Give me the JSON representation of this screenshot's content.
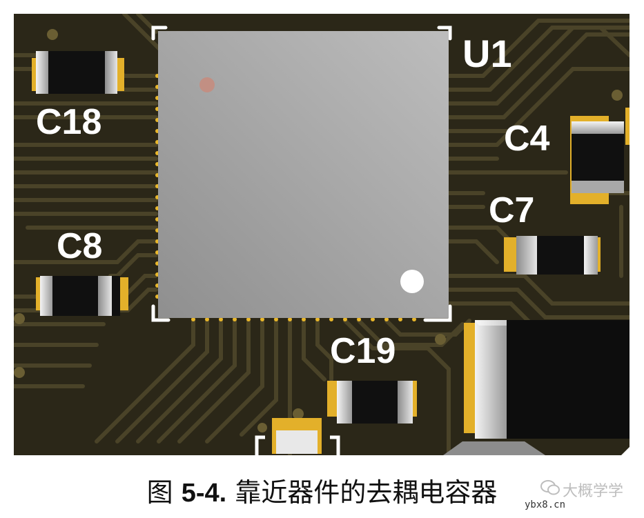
{
  "figure": {
    "caption_prefix": "图 ",
    "caption_number": "5-4.",
    "caption_text": " 靠近器件的去耦电容器"
  },
  "components": {
    "U1": "U1",
    "C18": "C18",
    "C4": "C4",
    "C7": "C7",
    "C8": "C8",
    "C19": "C19"
  },
  "watermark": {
    "text": "大概学学",
    "url": "ybx8.cn",
    "icon": "wechat-icon"
  },
  "colors": {
    "board": "#2b2718",
    "trace": "#4a4328",
    "pad": "#f2c230",
    "chip": "#a7a7a7",
    "silkscreen": "#ffffff"
  }
}
